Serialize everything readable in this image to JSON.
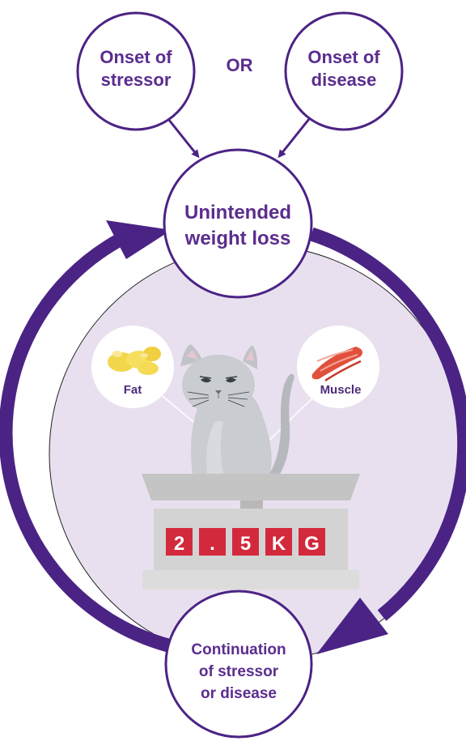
{
  "nodes": {
    "stressor": {
      "line1": "Onset of",
      "line2": "stressor"
    },
    "or_label": "OR",
    "disease": {
      "line1": "Onset of",
      "line2": "disease"
    },
    "weight_loss": {
      "line1": "Unintended",
      "line2": "weight loss"
    },
    "continuation": {
      "line1": "Continuation",
      "line2": "of stressor",
      "line3": "or disease"
    }
  },
  "callouts": {
    "fat": "Fat",
    "muscle": "Muscle"
  },
  "scale": {
    "digits": [
      "2",
      ".",
      "5",
      "K",
      "G"
    ]
  },
  "colors": {
    "purple": "#4b2385",
    "lavender": "#e8e0ef",
    "scale_red": "#d22a3c",
    "scale_grey": "#d3d3d3"
  }
}
